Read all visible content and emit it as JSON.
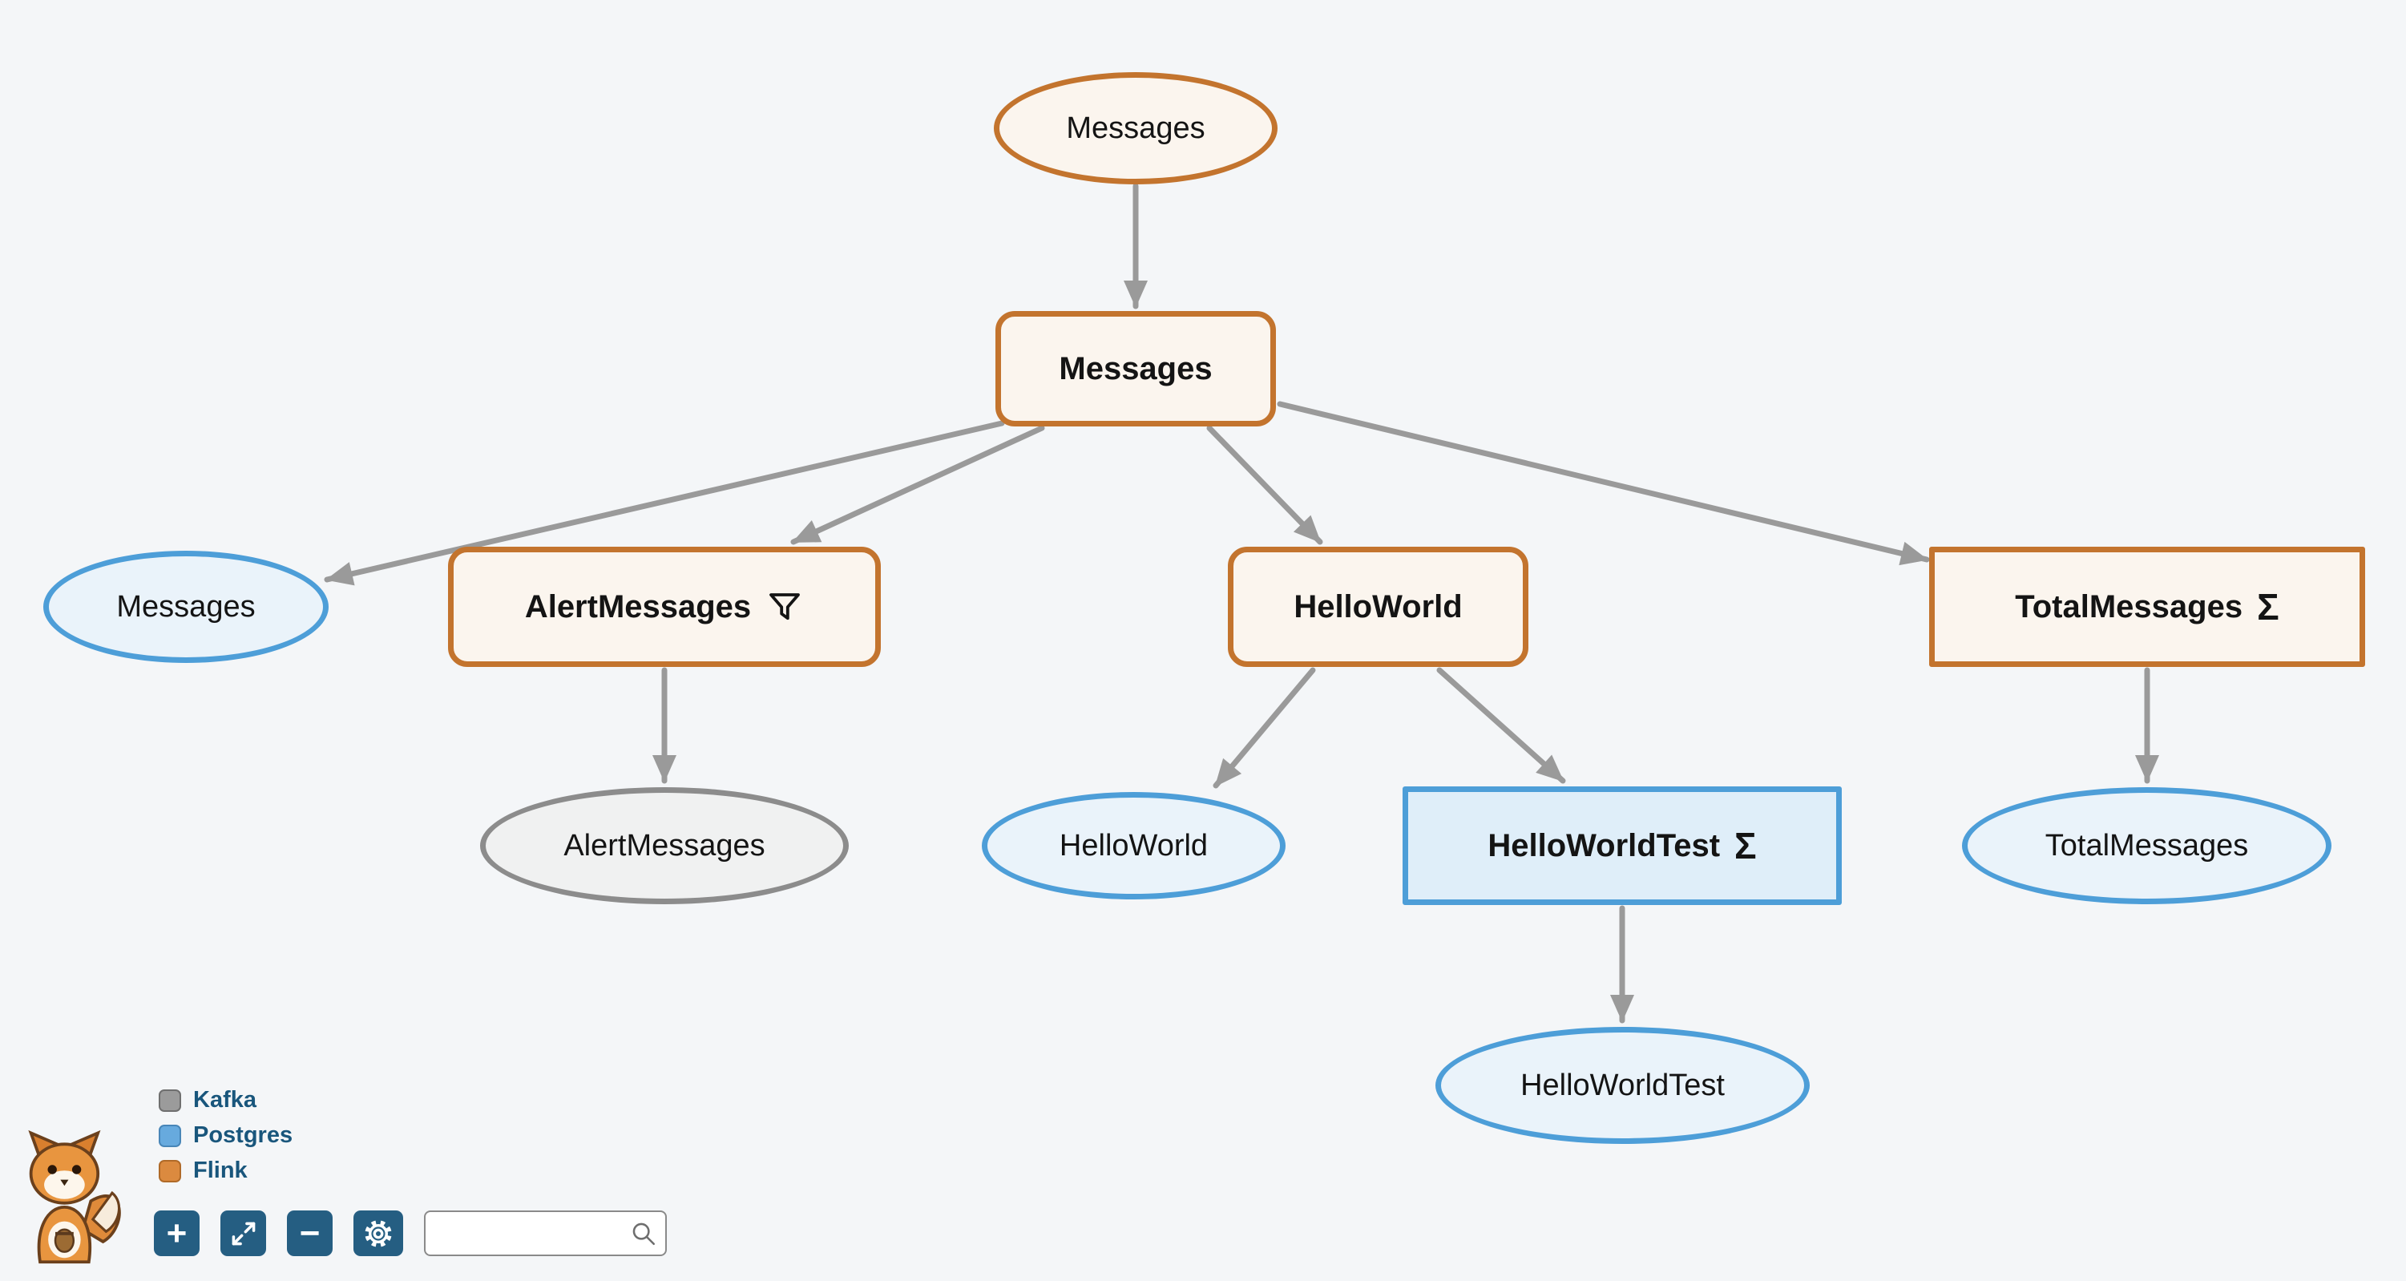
{
  "canvas": {
    "background": "#f4f6f8",
    "arrow_color": "#9a9a9a"
  },
  "graph": {
    "nodes": [
      {
        "id": "topic-messages",
        "label": "Messages",
        "shape": "ellipse",
        "system": "flink"
      },
      {
        "id": "app-messages",
        "label": "Messages",
        "shape": "rect-rounded",
        "system": "flink"
      },
      {
        "id": "table-messages",
        "label": "Messages",
        "shape": "ellipse",
        "system": "postgres"
      },
      {
        "id": "app-alertmessages",
        "label": "AlertMessages",
        "shape": "rect-rounded",
        "system": "flink",
        "icon": "filter-icon"
      },
      {
        "id": "app-helloworld",
        "label": "HelloWorld",
        "shape": "rect-rounded",
        "system": "flink"
      },
      {
        "id": "app-totalmessages",
        "label": "TotalMessages",
        "shape": "rect-squared",
        "system": "flink",
        "icon": "sigma-icon",
        "icon_glyph": "Σ"
      },
      {
        "id": "topic-alertmessages",
        "label": "AlertMessages",
        "shape": "ellipse",
        "system": "kafka"
      },
      {
        "id": "table-helloworld",
        "label": "HelloWorld",
        "shape": "ellipse",
        "system": "postgres"
      },
      {
        "id": "app-helloworldtest",
        "label": "HelloWorldTest",
        "shape": "rect-squared",
        "system": "postgres",
        "icon": "sigma-icon",
        "icon_glyph": "Σ"
      },
      {
        "id": "table-totalmessages",
        "label": "TotalMessages",
        "shape": "ellipse",
        "system": "postgres"
      },
      {
        "id": "table-helloworldtest",
        "label": "HelloWorldTest",
        "shape": "ellipse",
        "system": "postgres"
      }
    ],
    "edges": [
      {
        "from": "topic-messages",
        "to": "app-messages"
      },
      {
        "from": "app-messages",
        "to": "table-messages"
      },
      {
        "from": "app-messages",
        "to": "app-alertmessages"
      },
      {
        "from": "app-messages",
        "to": "app-helloworld"
      },
      {
        "from": "app-messages",
        "to": "app-totalmessages"
      },
      {
        "from": "app-alertmessages",
        "to": "topic-alertmessages"
      },
      {
        "from": "app-helloworld",
        "to": "table-helloworld"
      },
      {
        "from": "app-helloworld",
        "to": "app-helloworldtest"
      },
      {
        "from": "app-helloworldtest",
        "to": "table-helloworldtest"
      },
      {
        "from": "app-totalmessages",
        "to": "table-totalmessages"
      }
    ]
  },
  "legend": {
    "items": [
      {
        "label": "Kafka",
        "color": "#9b9b9b"
      },
      {
        "label": "Postgres",
        "color": "#67aade"
      },
      {
        "label": "Flink",
        "color": "#db8a3f"
      }
    ]
  },
  "toolbar": {
    "zoom_in_glyph": "+",
    "zoom_out_glyph": "−",
    "buttons": [
      "zoom-in",
      "fit-view",
      "zoom-out",
      "settings"
    ],
    "search": {
      "value": "",
      "placeholder": ""
    }
  }
}
